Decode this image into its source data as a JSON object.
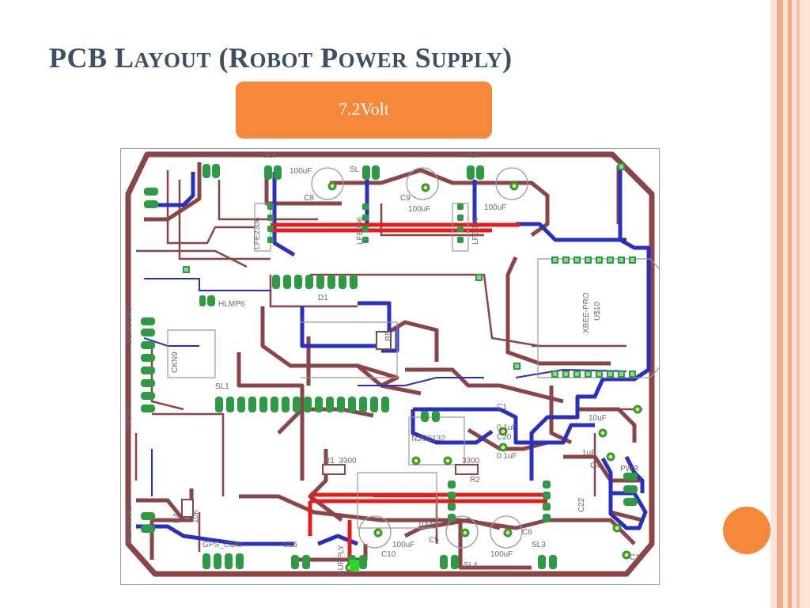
{
  "slide": {
    "title_parts": [
      "PCB L",
      "AYOUT",
      " (R",
      "OBOT",
      " P",
      "OWER",
      " S",
      "UPPLY",
      ")"
    ],
    "callout": "7.2Volt"
  },
  "pcb": {
    "labels": {
      "sl8": "SL8",
      "sl6": "SL6",
      "sl1_top": "SL",
      "cap_100uF_top": "100uF",
      "c8": "C8",
      "c9_100uf": "100uF",
      "c9": "C9",
      "cap_100uF_right": "100uF",
      "lfe_left": "LFE2306",
      "lfe_mid": "LFE206",
      "lfe_right": "LFE206",
      "d1": "D1",
      "hlmp6": "HLMP6",
      "sensor3": "SENSOR3",
      "ckn": "CKN9",
      "sl11": "SL1",
      "pcm": "PCM",
      "xbee": "XBEE-PRO",
      "u10": "U$10",
      "c1": "C1",
      "c1_val": "0.1uF",
      "c20": "C20",
      "c20_val": "0.1uF",
      "njm": "NJM2132",
      "r1": "R1_3300",
      "r2": "R2",
      "r2_val": "3300",
      "cap_10u": "10uF",
      "c4": "C4",
      "one_u": "1uF",
      "pwr": "PWR",
      "c22": "C22",
      "r4": "R4",
      "r4_val": "10K",
      "sensor1": "SENSOR1",
      "gps": "GPS_COM",
      "sl5": "SL5",
      "supply": "SUPPLY",
      "c10": "C10",
      "c10_val": "100uF",
      "cap_100uF_bottom": "100uF",
      "c5": "C5",
      "sl4": "SL4",
      "c6": "C6",
      "cap_100uF_br": "100uF",
      "sl3": "SL3",
      "r5": "R5",
      "c11": "C11"
    }
  },
  "colors": {
    "title": "#3f4f62",
    "accent_orange": "#f5883a",
    "trace_maroon": "#8a4548",
    "trace_blue": "#2b2fbd",
    "trace_red": "#e31c1c",
    "pad_green": "#2e9a43",
    "pcb_outline": "#9a9a9a"
  }
}
